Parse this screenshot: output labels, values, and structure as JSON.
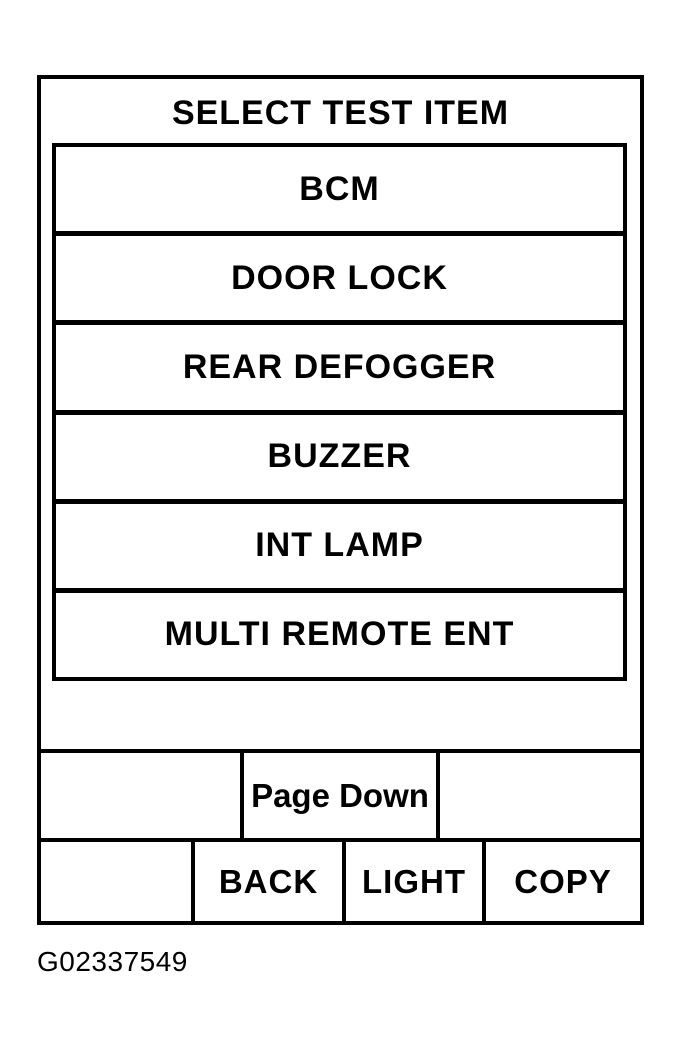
{
  "colors": {
    "foreground": "#000000",
    "background": "#ffffff"
  },
  "header": {
    "title": "SELECT TEST ITEM"
  },
  "menu": {
    "items": [
      "BCM",
      "DOOR LOCK",
      "REAR DEFOGGER",
      "BUZZER",
      "INT LAMP",
      "MULTI REMOTE ENT"
    ]
  },
  "nav": {
    "page_down_label": "Page Down",
    "back_label": "BACK",
    "light_label": "LIGHT",
    "copy_label": "COPY"
  },
  "figure_id": "G02337549"
}
